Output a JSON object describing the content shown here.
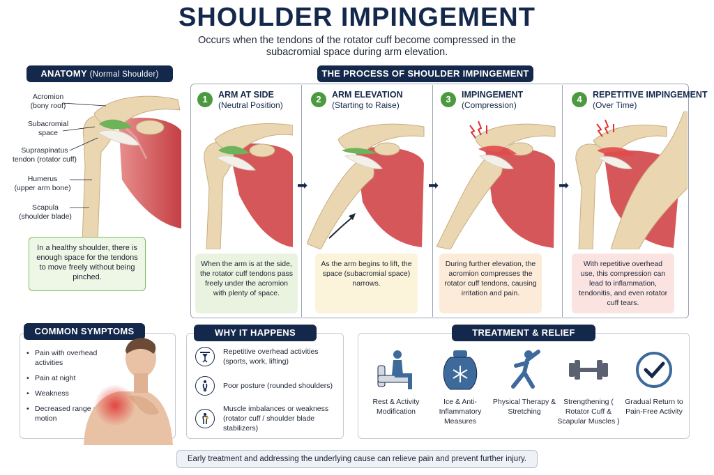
{
  "title": "SHOULDER IMPINGEMENT",
  "subtitle": "Occurs when the tendons of the rotator cuff become compressed in the subacromial space during arm elevation.",
  "anatomy": {
    "header": "ANATOMY",
    "header_note": "(Normal Shoulder)",
    "labels": {
      "acromion": "Acromion",
      "acromion_note": "(bony roof)",
      "subacromial": "Subacromial",
      "subacromial_note": "space",
      "supraspinatus": "Supraspinatus",
      "supraspinatus_note": "tendon (rotator cuff)",
      "humerus": "Humerus",
      "humerus_note": "(upper arm bone)",
      "scapula": "Scapula",
      "scapula_note": "(shoulder blade)"
    },
    "healthy_text": "In a healthy shoulder, there is enough space for the tendons to move freely without being pinched."
  },
  "process": {
    "header": "THE PROCESS OF SHOULDER IMPINGEMENT",
    "steps": [
      {
        "num": "1",
        "title": "ARM AT SIDE",
        "sub": "(Neutral Position)",
        "text": "When the arm is at the side, the rotator cuff tendons pass freely under the acromion with plenty of space.",
        "box_color": "#e9f3df"
      },
      {
        "num": "2",
        "title": "ARM ELEVATION",
        "sub": "(Starting to Raise)",
        "text": "As the arm begins to lift, the space (subacromial space) narrows.",
        "box_color": "#fbf3da"
      },
      {
        "num": "3",
        "title": "IMPINGEMENT",
        "sub": "(Compression)",
        "text": "During further elevation, the acromion compresses the rotator cuff tendons, causing irritation and pain.",
        "box_color": "#fdebd9"
      },
      {
        "num": "4",
        "title": "REPETITIVE IMPINGEMENT",
        "sub": "(Over Time)",
        "text": "With repetitive overhead use, this compression can lead to inflammation, tendonitis, and even rotator cuff tears.",
        "box_color": "#fbe3e1"
      }
    ]
  },
  "symptoms": {
    "header": "COMMON SYMPTOMS",
    "items": [
      "Pain with overhead activities",
      "Pain at night",
      "Weakness",
      "Decreased range of motion"
    ]
  },
  "why": {
    "header": "WHY IT HAPPENS",
    "items": [
      {
        "icon": "weightlifter-icon",
        "text": "Repetitive overhead activities (sports, work, lifting)"
      },
      {
        "icon": "posture-icon",
        "text": "Poor posture (rounded shoulders)"
      },
      {
        "icon": "muscle-icon",
        "text": "Muscle imbalances or weakness (rotator cuff / shoulder blade stabilizers)"
      }
    ]
  },
  "treatment": {
    "header": "TREATMENT & RELIEF",
    "items": [
      {
        "icon": "rest-chair-icon",
        "label": "Rest & Activity Modification"
      },
      {
        "icon": "ice-pack-icon",
        "label": "Ice & Anti-Inflammatory Measures"
      },
      {
        "icon": "stretching-icon",
        "label": "Physical Therapy & Stretching"
      },
      {
        "icon": "dumbbell-icon",
        "label": "Strengthening ( Rotator Cuff & Scapular Muscles )"
      },
      {
        "icon": "checkmark-icon",
        "label": "Gradual Return to Pain-Free Activity"
      }
    ]
  },
  "footer": "Early treatment and addressing the underlying cause can relieve pain and prevent further injury.",
  "colors": {
    "navy": "#14284b",
    "step_green": "#4b9a3f",
    "muscle_red": "#c9474a",
    "bone": "#e9d6b0",
    "icon_blue": "#3d6a9b"
  }
}
